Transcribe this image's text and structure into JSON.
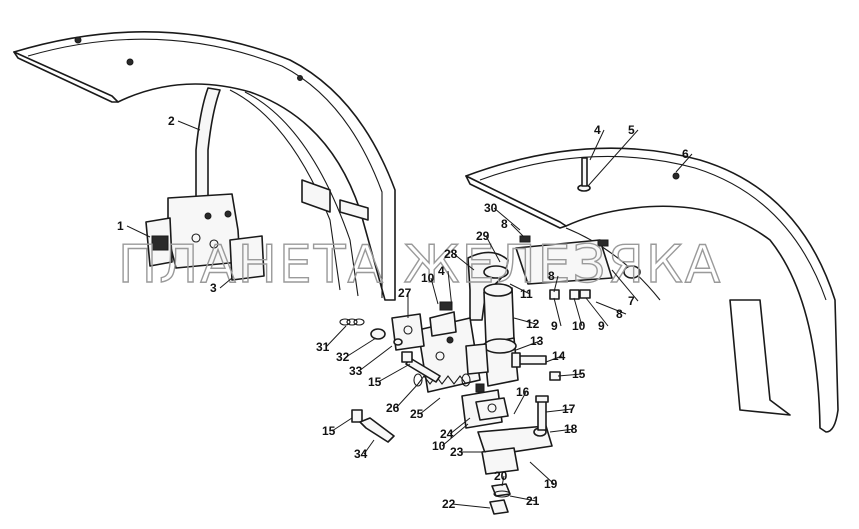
{
  "watermark": "ПЛАНЕТА ЖЕЛЕЗЯКА",
  "callouts": [
    "1",
    "2",
    "3",
    "4",
    "5",
    "6",
    "8",
    "30",
    "29",
    "28",
    "10",
    "4",
    "11",
    "12",
    "27",
    "31",
    "32",
    "33",
    "15",
    "26",
    "25",
    "13",
    "14",
    "15",
    "8",
    "9",
    "10",
    "9",
    "8",
    "7",
    "16",
    "17",
    "18",
    "24",
    "10",
    "23",
    "19",
    "20",
    "21",
    "22",
    "15",
    "34"
  ]
}
